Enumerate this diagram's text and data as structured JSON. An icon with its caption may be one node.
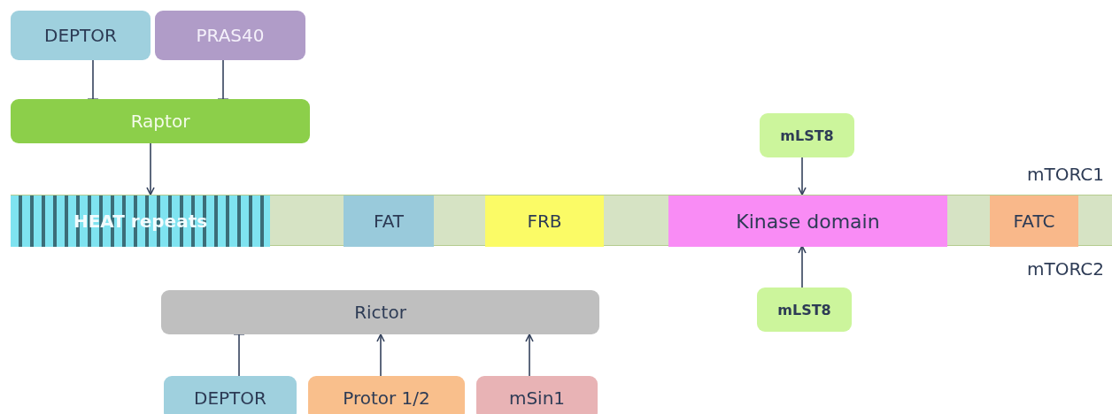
{
  "diagram": {
    "nodes": [
      {
        "text": [
          "DEPTOR"
        ]
      },
      {
        "text": [
          "PRAS40"
        ]
      },
      {
        "text": [
          "Raptor"
        ]
      },
      {
        "text": [
          "mLST8"
        ]
      },
      {
        "text": [],
        "shape": "bar"
      },
      {
        "text": [
          "HEAT repeats"
        ],
        "in": 4
      },
      {
        "text": [
          "FAT"
        ],
        "in": 4
      },
      {
        "text": [
          "FRB"
        ],
        "in": 4
      },
      {
        "text": [
          "Kinase domain"
        ],
        "in": 4
      },
      {
        "text": [
          "FATC"
        ],
        "in": 4
      },
      {
        "text": [
          "Rictor"
        ]
      },
      {
        "text": [
          "mLST8"
        ]
      },
      {
        "text": [
          "DEPTOR"
        ]
      },
      {
        "text": [
          "Protor 1/2"
        ]
      },
      {
        "text": [
          "mSin1"
        ]
      }
    ],
    "edges": [
      {
        "from": 0,
        "to": 2,
        "arrow": "other"
      },
      {
        "from": 1,
        "to": 2,
        "arrow": "other"
      },
      {
        "from": 2,
        "to": 5,
        "arrow": "to"
      },
      {
        "from": 3,
        "to": 8,
        "arrow": "to"
      },
      {
        "from": 11,
        "to": 8,
        "arrow": "to"
      },
      {
        "from": 12,
        "to": 10,
        "arrow": "other"
      },
      {
        "from": 13,
        "to": 10,
        "arrow": "to"
      },
      {
        "from": 14,
        "to": 10,
        "arrow": "to"
      }
    ],
    "labels": [
      "mTORC1",
      "mTORC2"
    ]
  }
}
